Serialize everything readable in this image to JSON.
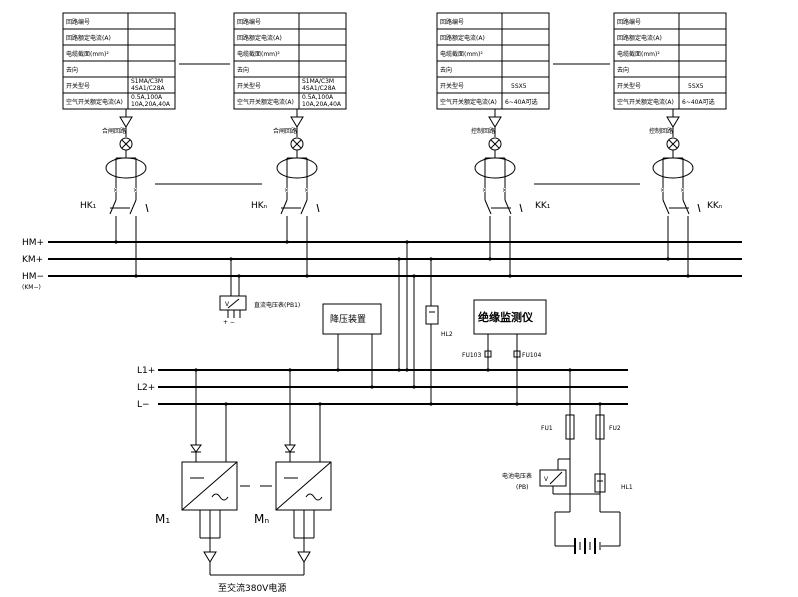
{
  "tables": [
    {
      "rows": [
        {
          "label": "回路编号",
          "value": ""
        },
        {
          "label": "回路额定电流(A)",
          "value": ""
        },
        {
          "label": "电缆截面(mm)²",
          "value": ""
        },
        {
          "label": "去向",
          "value": ""
        },
        {
          "label": "开关型号",
          "value": "S1MA/C3M\n4SA1/C28A"
        },
        {
          "label": "空气开关额定电流(A)",
          "value": "0.5A,100A\n10A,20A,40A"
        }
      ]
    },
    {
      "rows": [
        {
          "label": "回路编号",
          "value": ""
        },
        {
          "label": "回路额定电流(A)",
          "value": ""
        },
        {
          "label": "电缆截面(mm)²",
          "value": ""
        },
        {
          "label": "去向",
          "value": ""
        },
        {
          "label": "开关型号",
          "value": "S1MA/C3M\n4SA1/C28A"
        },
        {
          "label": "空气开关额定电流(A)",
          "value": "0.5A,100A\n10A,20A,40A"
        }
      ]
    },
    {
      "rows": [
        {
          "label": "回路编号",
          "value": ""
        },
        {
          "label": "回路额定电流(A)",
          "value": ""
        },
        {
          "label": "电缆截面(mm)²",
          "value": ""
        },
        {
          "label": "去向",
          "value": ""
        },
        {
          "label": "开关型号",
          "value": "5SX5"
        },
        {
          "label": "空气开关额定电流(A)",
          "value": "6~40A可选"
        }
      ]
    },
    {
      "rows": [
        {
          "label": "回路编号",
          "value": ""
        },
        {
          "label": "回路额定电流(A)",
          "value": ""
        },
        {
          "label": "电缆截面(mm)²",
          "value": ""
        },
        {
          "label": "去向",
          "value": ""
        },
        {
          "label": "开关型号",
          "value": "5SX5"
        },
        {
          "label": "空气开关额定电流(A)",
          "value": "6~40A可选"
        }
      ]
    }
  ],
  "feeders": [
    {
      "name": "合闸回路",
      "switch": "HK₁"
    },
    {
      "name": "合闸回路",
      "switch": "HKₙ"
    },
    {
      "name": "控制回路",
      "switch": "KK₁"
    },
    {
      "name": "控制回路",
      "switch": "KKₙ"
    }
  ],
  "buses_dc": [
    "HM+",
    "KM+",
    "HM−"
  ],
  "bus_dc_note": "(KM−)",
  "buses_ac": [
    "L1+",
    "L2+",
    "L−"
  ],
  "dc_voltmeter_label": "直流电压表(PB1)",
  "step_down_label": "降压装置",
  "insulation_label": "绝缘监测仪",
  "hl2": "HL2",
  "fu103": "FU103",
  "fu104": "FU104",
  "fu1": "FU1",
  "fu2": "FU2",
  "battery_voltmeter_label": "电池电压表",
  "pb_label": "(PB)",
  "hl1": "HL1",
  "modules": [
    "M₁",
    "Mₙ"
  ],
  "ac_input_label": "至交流380V电源"
}
